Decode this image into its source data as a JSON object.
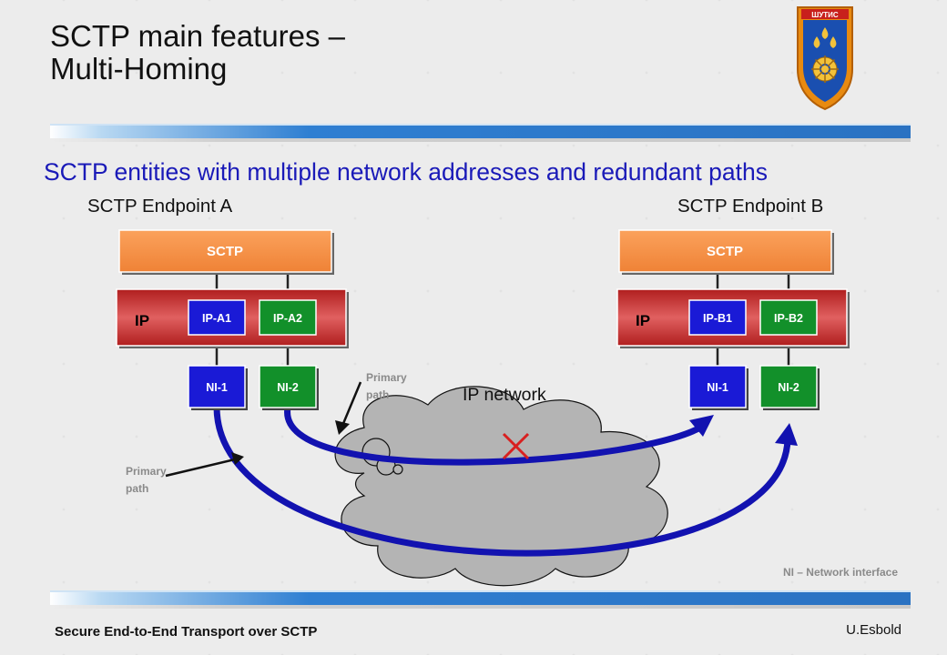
{
  "slide": {
    "title": "SCTP main features –\nMulti-Homing",
    "subtitle": "SCTP entities with multiple network addresses and redundant paths",
    "footer_left": "Secure End-to-End Transport over SCTP",
    "footer_right": "U.Esbold",
    "logo_text": "ШУТИС"
  },
  "endpoint_a": {
    "label": "SCTP Endpoint A",
    "sctp": "SCTP",
    "ip": "IP",
    "addr1": "IP-A1",
    "addr2": "IP-A2",
    "ni1": "NI-1",
    "ni2": "NI-2"
  },
  "endpoint_b": {
    "label": "SCTP Endpoint B",
    "sctp": "SCTP",
    "ip": "IP",
    "addr1": "IP-B1",
    "addr2": "IP-B2",
    "ni1": "NI-1",
    "ni2": "NI-2"
  },
  "network": {
    "label": "IP network",
    "primary_path_upper": "Primary\npath",
    "primary_path_lower": "Primary\npath",
    "legend": "NI – Network interface"
  },
  "colors": {
    "sctp_box": "#f7924a",
    "ip_box": "#cc2b2b",
    "ip_addr_blue": "#1a1ad6",
    "ip_addr_green": "#12902a",
    "path_blue": "#1212b0",
    "failure_x": "#d82020",
    "text_blue": "#1a1ab8"
  }
}
